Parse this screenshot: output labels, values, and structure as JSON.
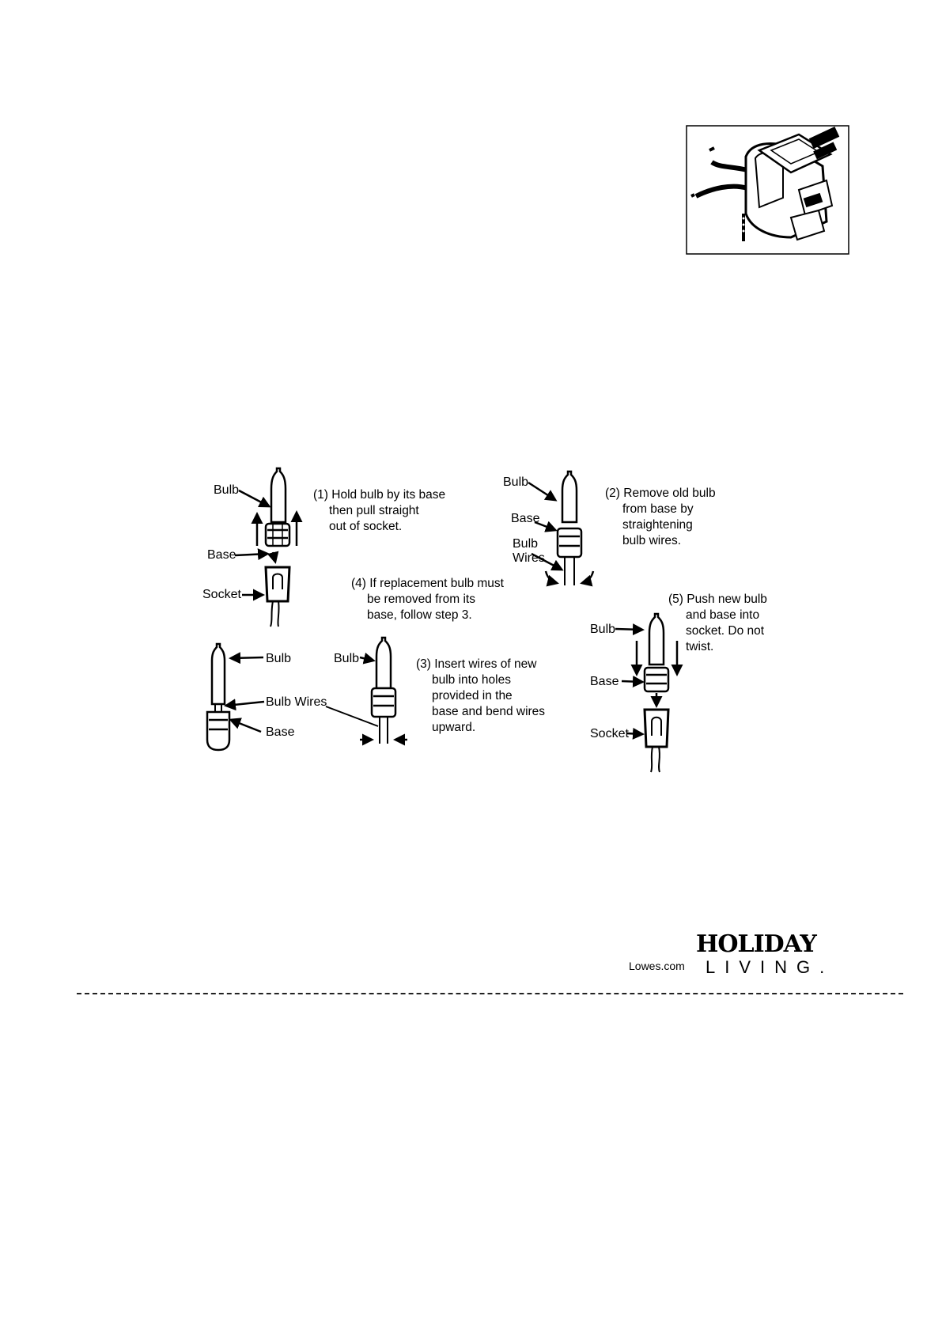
{
  "figure1": {
    "labels": {
      "bulb": "Bulb",
      "base": "Base",
      "socket": "Socket",
      "bulb_wires": "Bulb Wires",
      "bulb_wires_l1": "Bulb",
      "bulb_wires_l2": "Wires"
    },
    "steps": {
      "s1": [
        "(1) Hold bulb by its base",
        "then pull straight",
        "out of socket."
      ],
      "s2": [
        "(2) Remove old bulb",
        "from base by",
        "straightening",
        "bulb wires."
      ],
      "s3": [
        "(3) Insert wires of new",
        "bulb into holes",
        "provided in the",
        "base and bend wires",
        "upward."
      ],
      "s4": [
        "(4) If replacement bulb must",
        "be removed from its",
        "base, follow step 3."
      ],
      "s5": [
        "(5) Push new bulb",
        "and base into",
        "socket. Do not",
        "twist."
      ]
    }
  },
  "footer": {
    "brand_top": "HOLIDAY",
    "brand_bottom": "LIVING.",
    "website": "Lowes.com"
  },
  "colors": {
    "ink": "#000000",
    "paper": "#ffffff"
  },
  "icons": [
    "fuse-plug-icon",
    "bulb-icon",
    "socket-icon",
    "arrow-icon"
  ]
}
